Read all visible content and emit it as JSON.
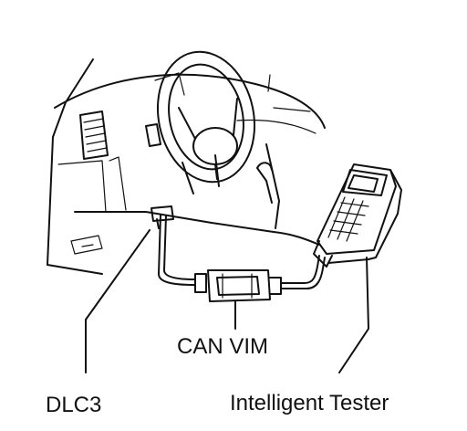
{
  "labels": {
    "can_vim": "CAN VIM",
    "dlc3": "DLC3",
    "tester": "Intelligent Tester"
  }
}
